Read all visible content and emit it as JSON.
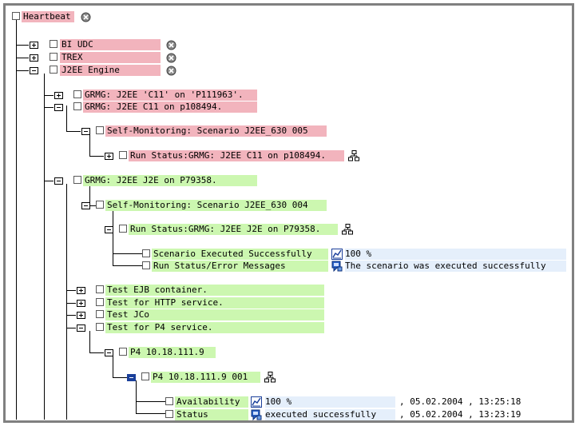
{
  "root": {
    "label": "Heartbeat"
  },
  "nodes": {
    "bi_udc": "BI UDC",
    "trex": "TREX",
    "j2ee_engine": "J2EE Engine",
    "grmg_c11_p111963": "GRMG: J2EE 'C11' on 'P111963'.",
    "grmg_c11_p108494": "GRMG: J2EE C11 on p108494.",
    "self_mon_005": "Self-Monitoring: Scenario J2EE_630 005",
    "run_status_p108494": "Run Status:GRMG: J2EE C11 on p108494.",
    "grmg_j2e_p79358": "GRMG: J2EE J2E on P79358.",
    "self_mon_004": "Self-Monitoring: Scenario J2EE_630 004",
    "run_status_p79358": "Run Status:GRMG: J2EE J2E on P79358.",
    "scenario_executed": "Scenario Executed Successfully",
    "run_status_messages": "Run Status/Error Messages",
    "test_ejb": "Test EJB container.",
    "test_http": "Test for HTTP service.",
    "test_jco": "Test JCo",
    "test_p4": "Test for P4 service.",
    "p4_host": "P4 10.18.111.9",
    "p4_host_001": "P4 10.18.111.9 001",
    "availability": "Availability",
    "status": "Status"
  },
  "values": {
    "scenario_executed_value": "100 %",
    "run_status_messages_value": "The scenario was executed successfully",
    "availability_value": "100 %",
    "availability_time": ", 05.02.2004 , 13:25:18",
    "status_value": "executed successfully",
    "status_time": ", 05.02.2004 , 13:23:19"
  },
  "colors": {
    "red_alert": "#f2b4bd",
    "green_ok": "#ccf7b0",
    "value_bg": "#e5effb",
    "selected_node": "#1a3f9a"
  },
  "icons": {
    "alert_status": "stop-icon",
    "method": "method-tree-icon",
    "performance": "chart-icon",
    "message": "message-icon"
  }
}
